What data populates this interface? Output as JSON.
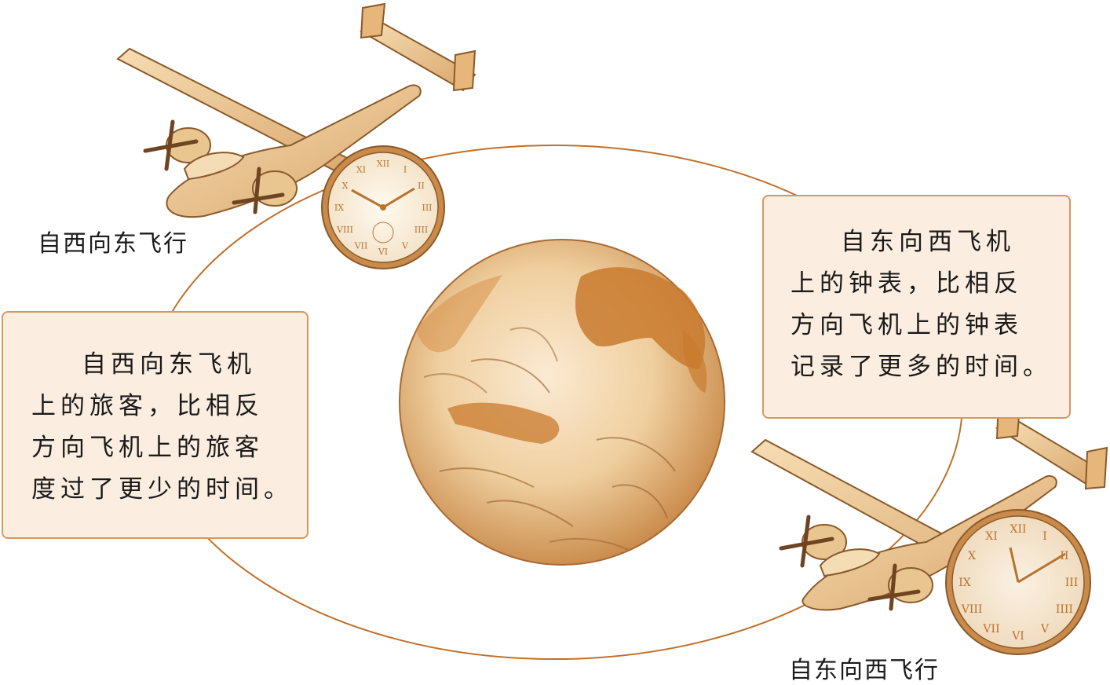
{
  "labels": {
    "west_to_east": "自西向东飞行",
    "east_to_west": "自东向西飞行"
  },
  "notes": {
    "left": {
      "lines": [
        "自西向东飞机",
        "上的旅客，比相反",
        "方向飞机上的旅客",
        "度过了更少的时间。"
      ]
    },
    "right": {
      "lines": [
        "自东向西飞机",
        "上的钟表，比相反",
        "方向飞机上的钟表",
        "记录了更多的时间。"
      ]
    }
  },
  "clock_numerals": [
    "XII",
    "I",
    "II",
    "III",
    "IIII",
    "V",
    "VI",
    "VII",
    "VIII",
    "IX",
    "X",
    "XI"
  ],
  "colors": {
    "orbit": "#c0702a",
    "note_fill": "#fbeee0",
    "note_border": "#d39a5e",
    "plane_light": "#f0cf9a",
    "plane_dark": "#c98a4a",
    "globe_light": "#f6dfbf",
    "globe_dark": "#c26d22",
    "clock_face": "#fdf4e6",
    "clock_rim": "#b8732f"
  }
}
